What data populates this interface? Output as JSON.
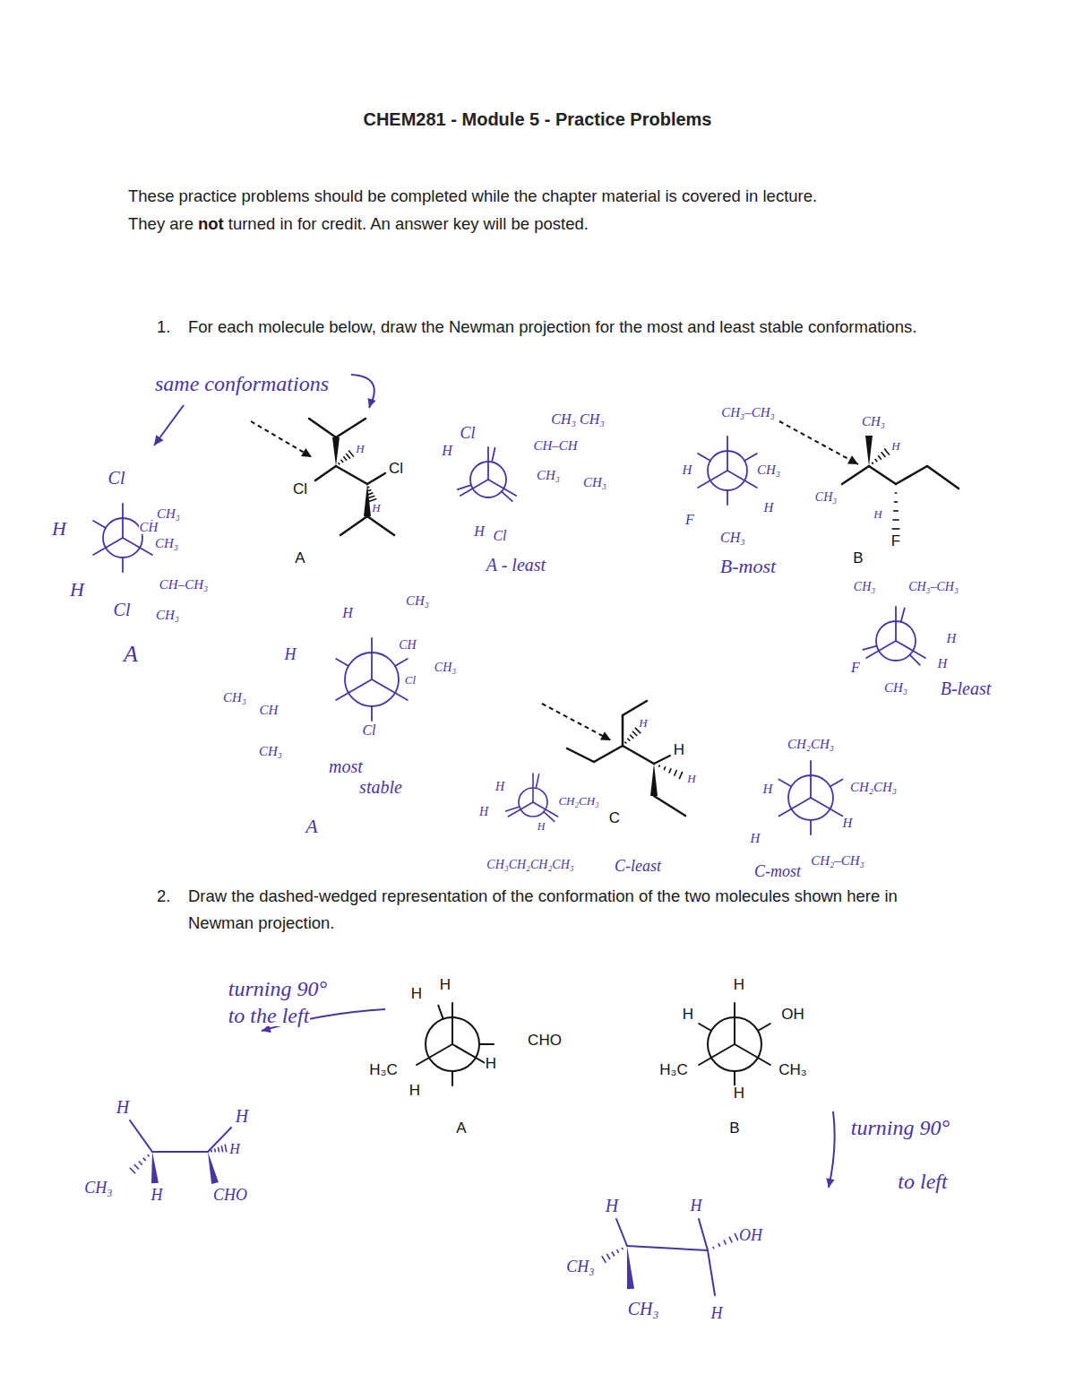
{
  "diagram": {
    "title": "CHEM281 - Module 5 - Practice Problems",
    "labels": [
      "These practice problems should be completed while the chapter material is covered in lecture.",
      "They are",
      "not",
      "turned in for credit. An answer key will be posted.",
      "1.",
      "For each molecule below, draw the Newman projection for the most and least stable conformations.",
      "same conformations",
      "Cl",
      "Cl",
      "H",
      "H",
      "A",
      "Cl",
      "H",
      "H",
      "Cl",
      "CH₃",
      "CH",
      "CH₃",
      "CH–CH₃",
      "CH₃",
      "A",
      "Cl",
      "H",
      "H",
      "Cl",
      "CH₃ CH₃",
      "CH–CH",
      "CH₃",
      "CH₃",
      "A - least",
      "CH₃–CH₃",
      "H",
      "F",
      "CH₃",
      "H",
      "CH₃",
      "B-most",
      "CH₃",
      "H",
      "CH₃",
      "H",
      "F",
      "B",
      "CH₃",
      "CH₃–CH₃",
      "H",
      "H",
      "F",
      "CH₃",
      "B-least",
      "H",
      "CH₃",
      "CH",
      "CH₃",
      "Cl",
      "H",
      "CH₃",
      "CH",
      "CH₃",
      "Cl",
      "most",
      "stable",
      "A",
      "H",
      "H",
      "H",
      "H",
      "H",
      "CH₂CH₃",
      "C",
      "H",
      "CH₃CH₂CH₂CH₃",
      "C-least",
      "CH₂CH₃",
      "CH₂CH₃",
      "H",
      "H",
      "H",
      "CH₂–CH₃",
      "C-most",
      "2.",
      "Draw the dashed-wedged representation of the conformation of the two molecules shown here in Newman projection.",
      "H",
      "H",
      "CHO",
      "H₃C",
      "H",
      "H",
      "A",
      "H",
      "H",
      "OH",
      "H₃C",
      "CH₃",
      "H",
      "B",
      "turning 90°",
      "to the left",
      "H",
      "H",
      "H",
      "CH₃",
      "H",
      "CHO",
      "turning 90°",
      "to left",
      "H",
      "H",
      "OH",
      "CH₃",
      "CH₃",
      "H"
    ]
  }
}
